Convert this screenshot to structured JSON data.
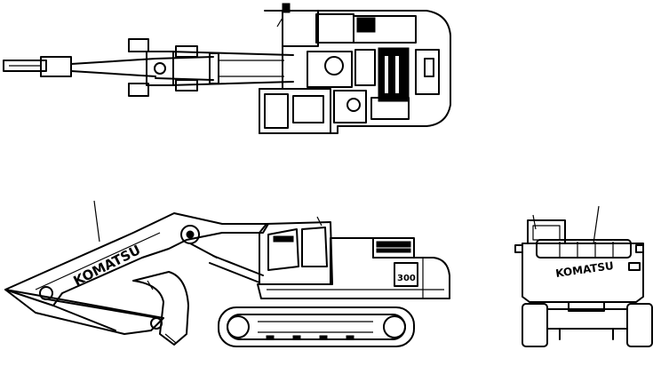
{
  "diagram": {
    "brand_text": "KOMATSU",
    "model_text": "300",
    "views": [
      "top",
      "side",
      "rear"
    ],
    "colors": {
      "line": "#000000",
      "background": "#ffffff"
    }
  }
}
